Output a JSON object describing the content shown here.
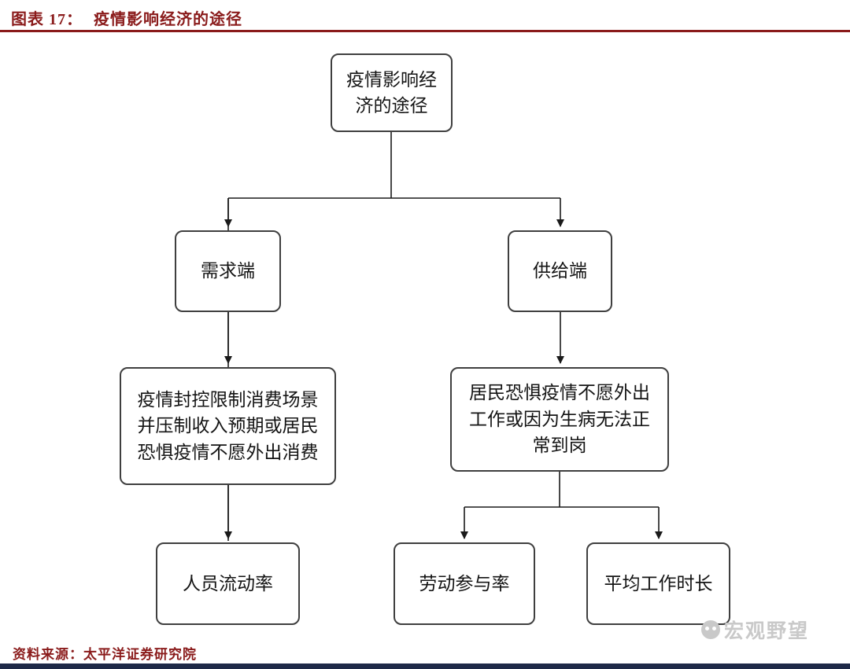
{
  "header": {
    "figure_label": "图表 17：",
    "title": "疫情影响经济的途径"
  },
  "flowchart": {
    "nodes": {
      "root": {
        "label": "疫情影响经\n济的途径"
      },
      "demand": {
        "label": "需求端"
      },
      "supply": {
        "label": "供给端"
      },
      "demand_detail": {
        "label": "疫情封控限制消费场景\n并压制收入预期或居民\n恐惧疫情不愿外出消费"
      },
      "supply_detail": {
        "label": "居民恐惧疫情不愿外出\n工作或因为生病无法正\n常到岗"
      },
      "mobility": {
        "label": "人员流动率"
      },
      "participation": {
        "label": "劳动参与率"
      },
      "hours": {
        "label": "平均工作时长"
      }
    },
    "edges": [
      "root -> demand",
      "root -> supply",
      "demand -> demand_detail",
      "supply -> supply_detail",
      "demand_detail -> mobility",
      "supply_detail -> participation",
      "supply_detail -> hours"
    ]
  },
  "footer": {
    "source": "资料来源：太平洋证券研究院",
    "watermark": "宏观野望"
  },
  "colors": {
    "accent": "#8a1b1b",
    "bottom_bar": "#1e2947",
    "box_border": "#3f3f3f",
    "connector": "#1a1a1a",
    "watermark": "#c9c9c9"
  }
}
